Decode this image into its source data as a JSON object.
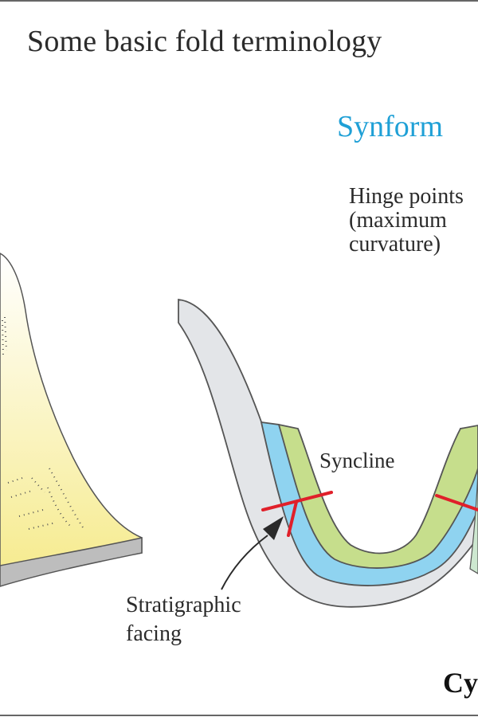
{
  "title": "Some basic fold terminology",
  "labels": {
    "synform": "Synform",
    "hinge_points": [
      "Hinge points",
      "(maximum",
      "curvature)"
    ],
    "syncline": "Syncline",
    "stratigraphic_facing": [
      "Stratigraphic",
      "facing"
    ],
    "corner_fragment": "Cy"
  },
  "colors": {
    "text": "#2b2b2b",
    "synform_label": "#1fa0d6",
    "outer_layer": "#e3e5e8",
    "middle_layer": "#8fd3f0",
    "inner_layer": "#c6de8c",
    "right_layer": "#cde8d0",
    "facing_symbol": "#e0202a",
    "arrow": "#2a2a2a",
    "antiform_fill_top": "#ffffff",
    "antiform_fill_bottom": "#f6eb8e",
    "antiform_base": "#bdbdbd"
  }
}
